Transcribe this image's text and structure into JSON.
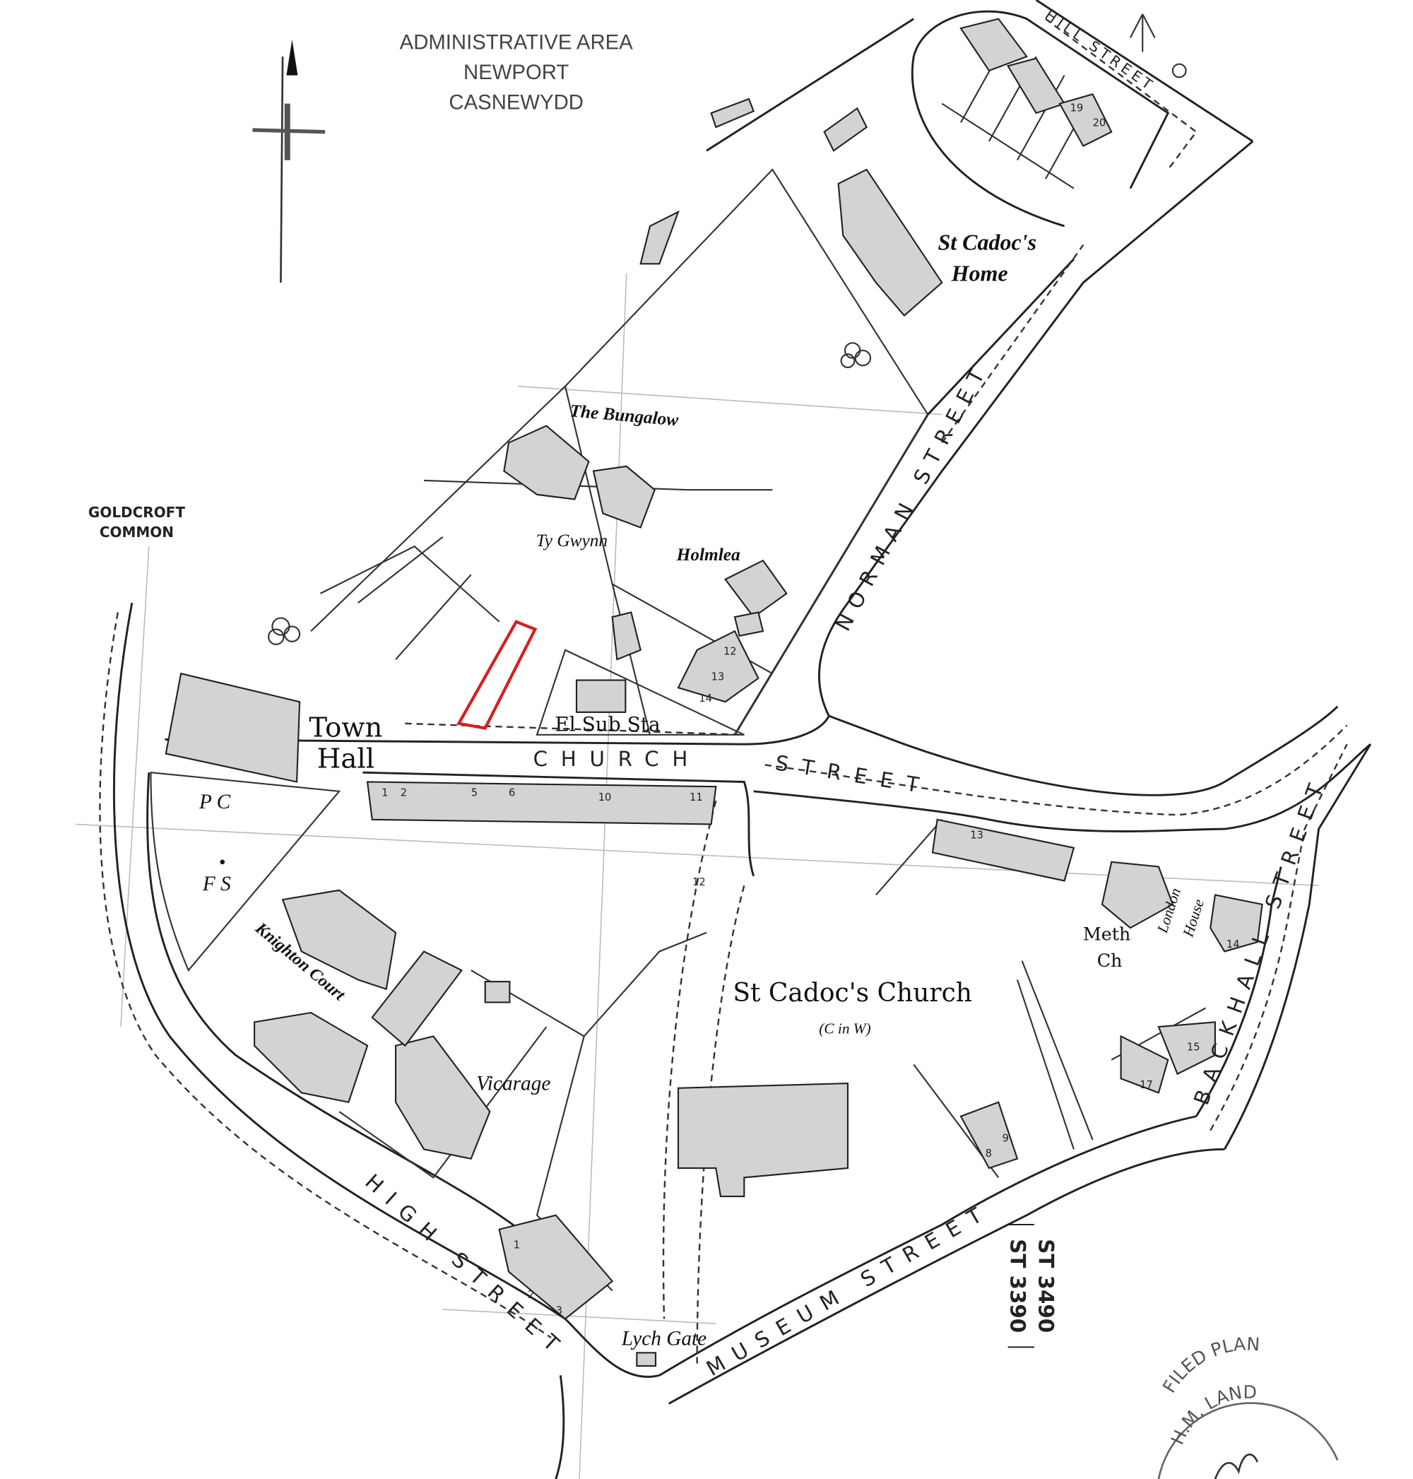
{
  "admin_area": {
    "line1": "ADMINISTRATIVE AREA",
    "line2": "NEWPORT",
    "line3": "CASNEWYDD"
  },
  "labels": {
    "goldcroft_1": "GOLDCROFT",
    "goldcroft_2": "COMMON",
    "town_hall_1": "Town",
    "town_hall_2": "Hall",
    "st_cadocs_home_1": "St Cadoc's",
    "st_cadocs_home_2": "Home",
    "the_bungalow": "The Bungalow",
    "ty_gwynn": "Ty Gwynn",
    "holmlea": "Holmlea",
    "el_sub_sta": "El Sub Sta",
    "pc": "P C",
    "fs": "F S",
    "knighton_court": "Knighton Court",
    "vicarage": "Vicarage",
    "st_cadocs_church": "St Cadoc's Church",
    "c_in_w": "(C in W)",
    "meth_ch_1": "Meth",
    "meth_ch_2": "Ch",
    "london_house_1": "London",
    "london_house_2": "House",
    "lych_gate": "Lych Gate"
  },
  "streets": {
    "church": "CHURCH",
    "church_street": "STREET",
    "norman": "NORMAN STREET",
    "high": "HIGH STREET",
    "museum": "MUSEUM STREET",
    "backhall": "BACKHALL STREET",
    "hill": "HILL STREET"
  },
  "grid_refs": {
    "ref1": "ST 3490",
    "ref2": "ST 3390"
  },
  "house_numbers": [
    "1",
    "2",
    "5",
    "6",
    "10",
    "11",
    "12",
    "13",
    "14",
    "15",
    "17",
    "19",
    "20",
    "12",
    "13",
    "14",
    "1",
    "2",
    "3",
    "8",
    "9"
  ],
  "stamp": {
    "line1": "FILED PLAN",
    "line2": "H.M. LAND"
  },
  "colors": {
    "highlight": "#d42020",
    "building": "#d3d3d3",
    "ink": "#222222"
  }
}
